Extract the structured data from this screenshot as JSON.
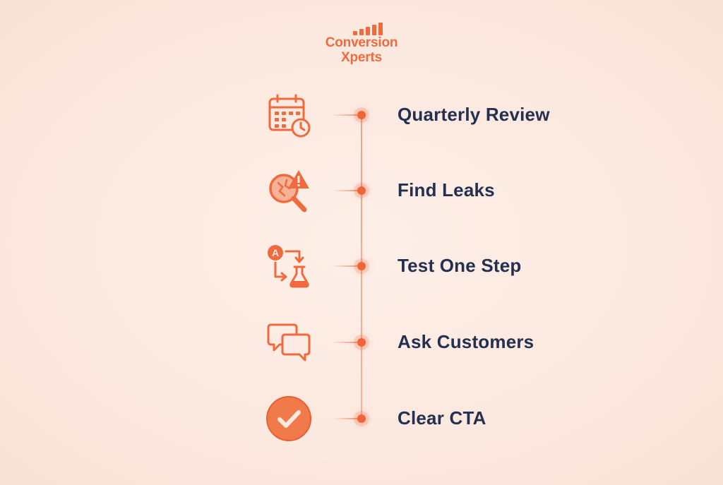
{
  "logo": {
    "line1": "Conversion",
    "line2": "Xperts"
  },
  "colors": {
    "accent": "#ef6a3c",
    "text": "#24304f",
    "background": "#fcebe2"
  },
  "steps": [
    {
      "label": "Quarterly Review",
      "icon": "calendar-clock-icon"
    },
    {
      "label": "Find Leaks",
      "icon": "magnifier-warning-icon"
    },
    {
      "label": "Test One Step",
      "icon": "ab-test-flask-icon"
    },
    {
      "label": "Ask Customers",
      "icon": "chat-bubbles-icon"
    },
    {
      "label": "Clear CTA",
      "icon": "check-circle-icon"
    }
  ]
}
